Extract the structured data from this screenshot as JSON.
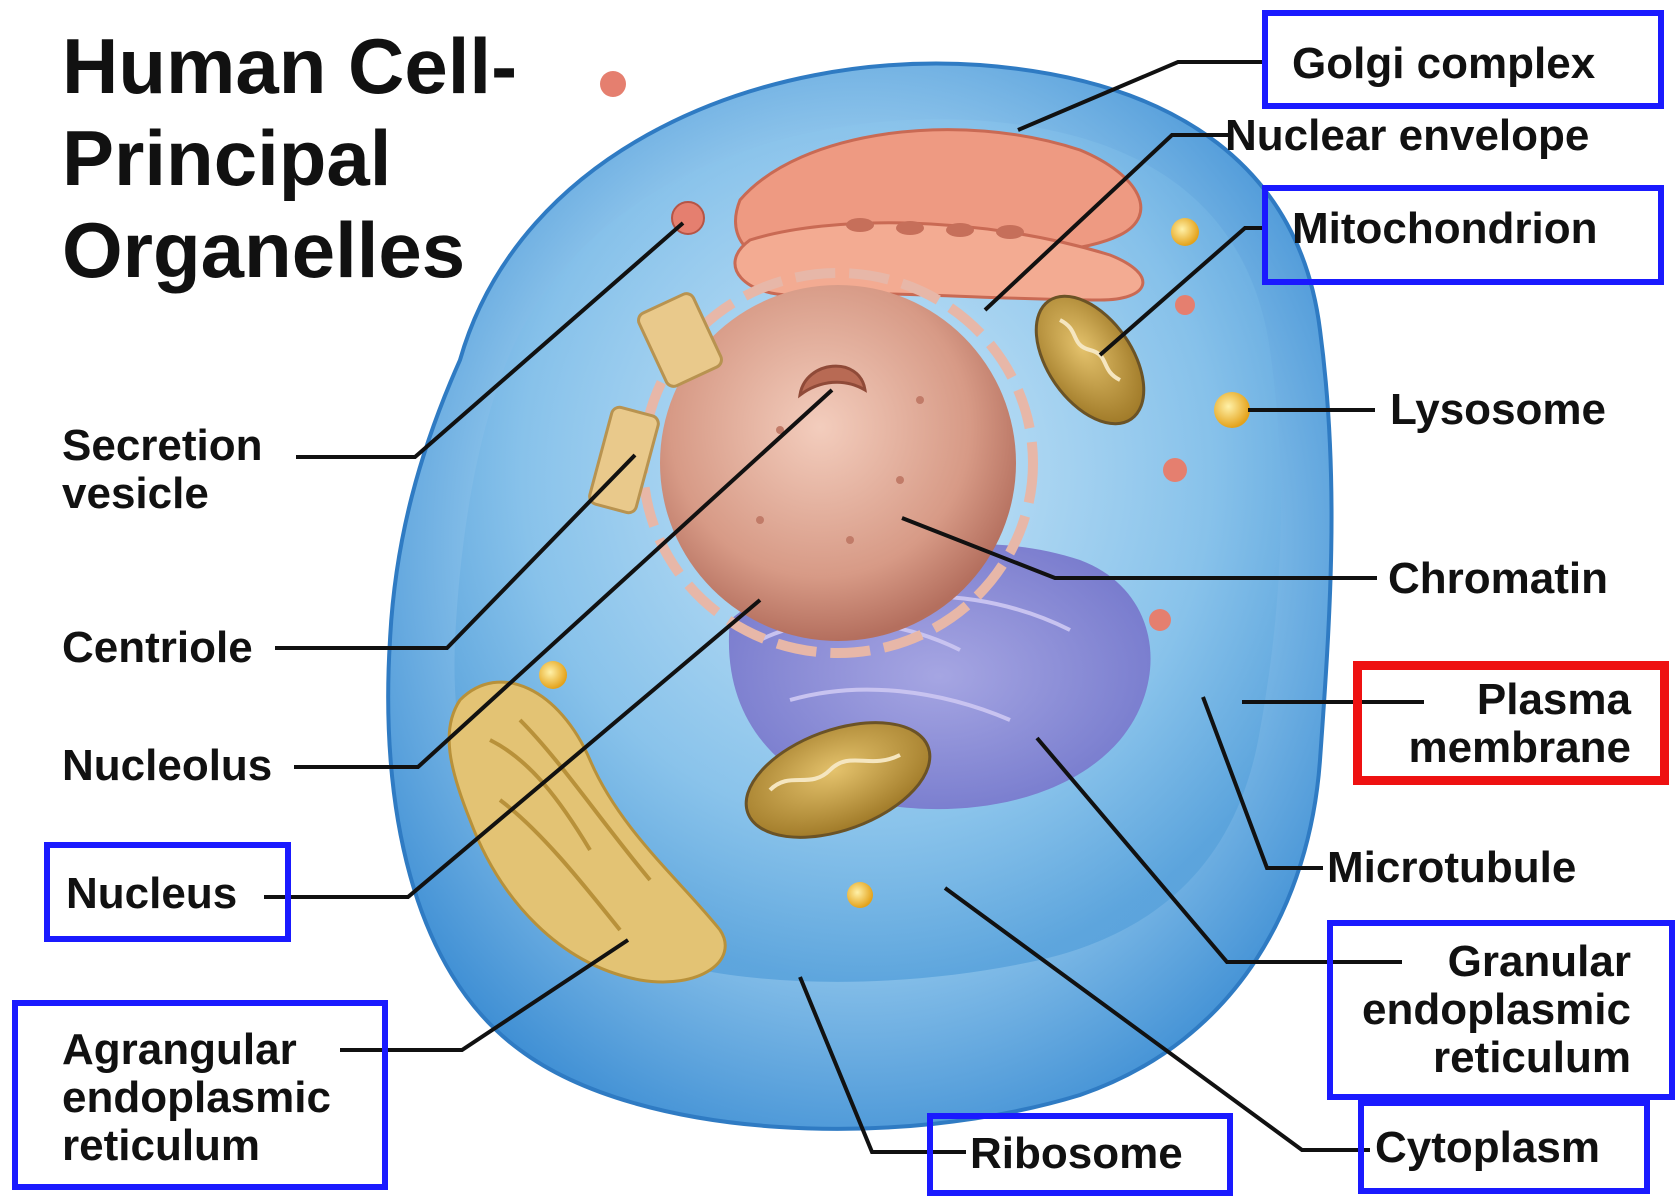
{
  "title": {
    "line1": "Human Cell-",
    "line2": "Principal",
    "line3": "Organelles"
  },
  "labels": {
    "golgi_complex": "Golgi complex",
    "nuclear_envelope": "Nuclear envelope",
    "mitochondrion": "Mitochondrion",
    "lysosome": "Lysosome",
    "chromatin": "Chromatin",
    "plasma_membrane": [
      "Plasma",
      "membrane"
    ],
    "microtubule": "Microtubule",
    "granular_er": [
      "Granular",
      "endoplasmic",
      "reticulum"
    ],
    "cytoplasm": "Cytoplasm",
    "ribosome": "Ribosome",
    "agranular_er": [
      "Agrangular",
      "endoplasmic",
      "reticulum"
    ],
    "nucleus": "Nucleus",
    "nucleolus": "Nucleolus",
    "centriole": "Centriole",
    "secretion_vesicle": [
      "Secretion",
      "vesicle"
    ]
  },
  "highlight_colors": {
    "blue": "#1a1aff",
    "red": "#ee1111"
  }
}
